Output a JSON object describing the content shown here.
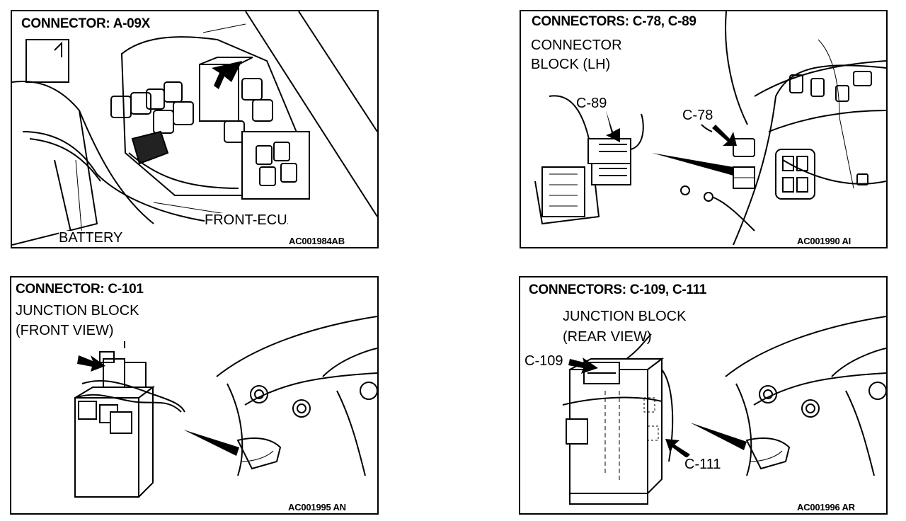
{
  "panels": [
    {
      "title": "CONNECTOR: A-09X",
      "labels": [
        "BATTERY",
        "FRONT-ECU"
      ],
      "code": "AC001984AB"
    },
    {
      "title": "CONNECTORS: C-78, C-89",
      "labels": [
        "CONNECTOR",
        "BLOCK (LH)",
        "C-89",
        "C-78"
      ],
      "code": "AC001990 AI"
    },
    {
      "title": "CONNECTOR: C-101",
      "labels": [
        "JUNCTION BLOCK",
        "(FRONT VIEW)"
      ],
      "code": "AC001995 AN"
    },
    {
      "title": "CONNECTORS: C-109, C-111",
      "labels": [
        "JUNCTION BLOCK",
        "(REAR VIEW)",
        "C-109",
        "C-111"
      ],
      "code": "AC001996 AR"
    }
  ]
}
